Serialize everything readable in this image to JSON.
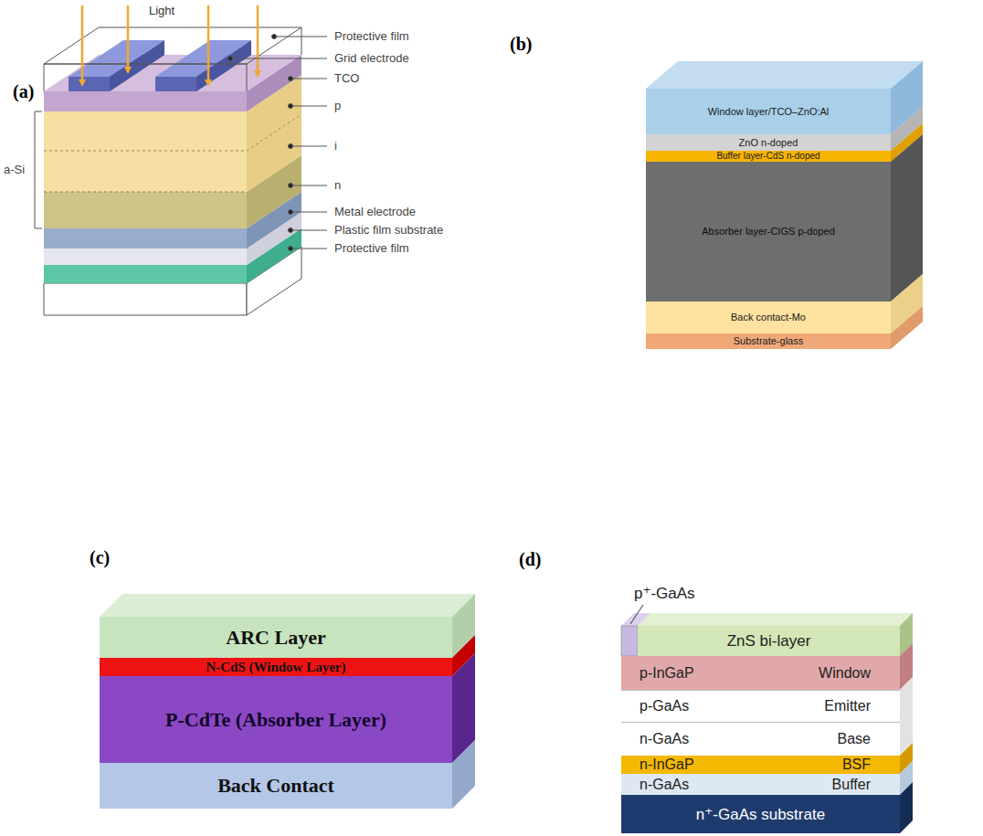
{
  "diagram": {
    "nodes": [
      {
        "text": [
          "Window layer/TCO–ZnO:Al"
        ]
      },
      {
        "text": [
          "ZnO n-doped"
        ]
      },
      {
        "text": [
          "Buffer layer-CdS n-doped"
        ]
      },
      {
        "text": [
          "Absorber layer-CIGS p-doped"
        ]
      },
      {
        "text": [
          "Back contact-Mo"
        ]
      },
      {
        "text": [
          "Substrate-glass"
        ]
      },
      {
        "text": [
          "ARC Layer"
        ]
      },
      {
        "text": [
          "N-CdS (Window Layer)"
        ]
      },
      {
        "text": [
          "P-CdTe (Absorber Layer)"
        ]
      },
      {
        "text": [
          "Back Contact"
        ]
      },
      {
        "text": [
          "ZnS bi-layer"
        ]
      },
      {
        "text": [
          "p-InGaP",
          "Window"
        ]
      },
      {
        "text": [
          "p-GaAs",
          "Emitter"
        ]
      },
      {
        "text": [
          "n-GaAs",
          "Base"
        ]
      },
      {
        "text": [
          "n-InGaP",
          "BSF"
        ]
      },
      {
        "text": [
          "n-GaAs",
          "Buffer"
        ]
      },
      {
        "text": [
          "n⁺-GaAs substrate"
        ]
      }
    ],
    "labels": [
      "(a)",
      "(b)",
      "(c)",
      "(d)",
      "Light",
      "Protective film",
      "Grid electrode",
      "TCO",
      "p",
      "i",
      "n",
      "Metal electrode",
      "Plastic film substrate",
      "Protective film",
      "a-Si",
      "p⁺-GaAs"
    ]
  }
}
